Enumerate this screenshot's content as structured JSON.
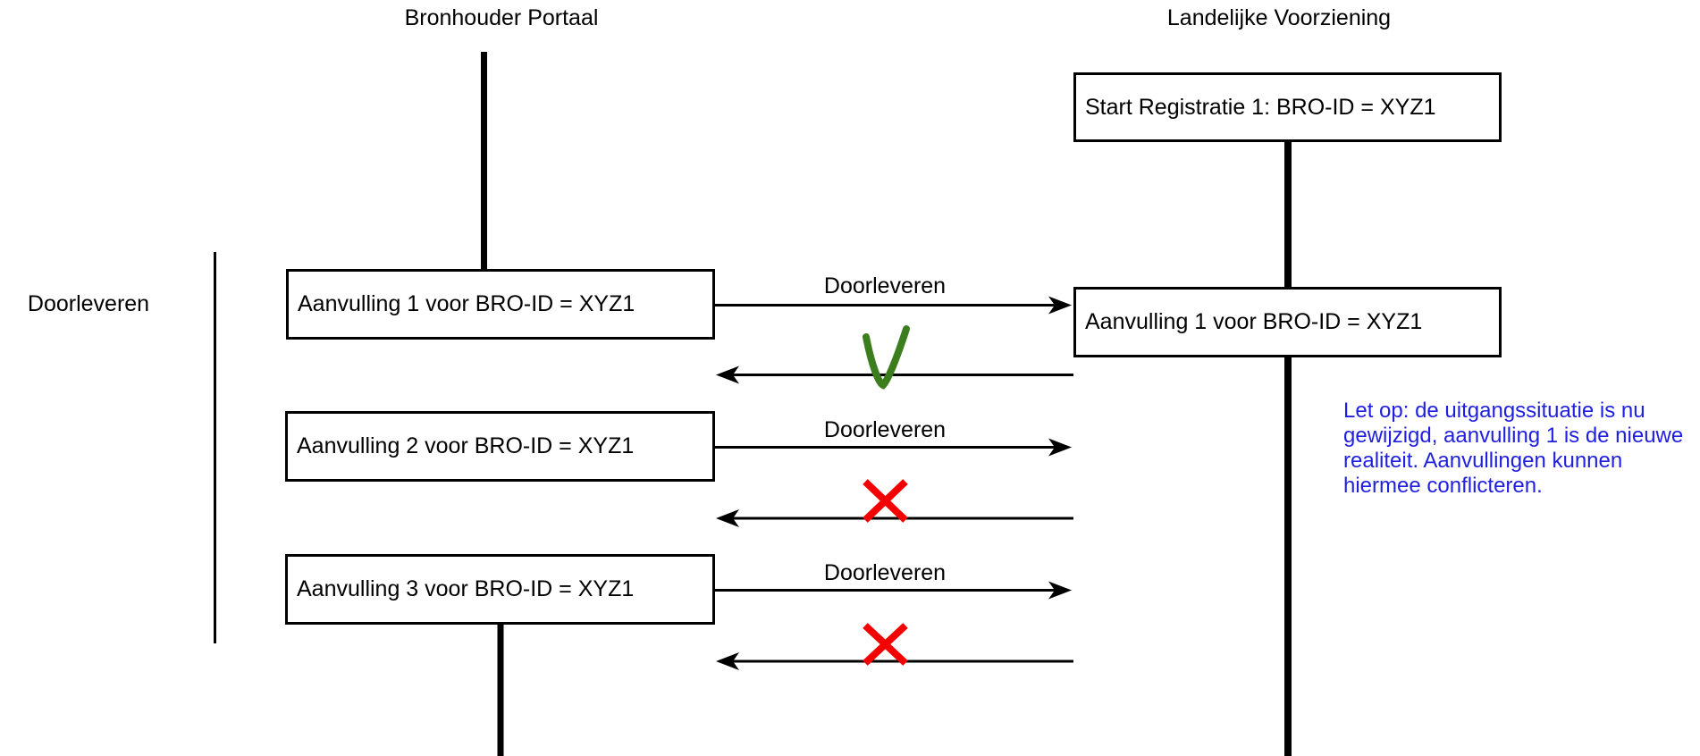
{
  "diagram": {
    "actors": [
      {
        "name": "Bronhouder Portaal"
      },
      {
        "name": "Landelijke Voorziening"
      }
    ],
    "group_label": "Doorleveren",
    "boxes": {
      "start_registratie": "Start Registratie 1: BRO-ID = XYZ1",
      "aanvulling1_bp": "Aanvulling 1 voor BRO-ID = XYZ1",
      "aanvulling2_bp": "Aanvulling 2 voor BRO-ID = XYZ1",
      "aanvulling3_bp": "Aanvulling 3 voor BRO-ID = XYZ1",
      "aanvulling1_lv": "Aanvulling 1 voor BRO-ID = XYZ1"
    },
    "messages": [
      {
        "label": "Doorleveren",
        "result": "accepted"
      },
      {
        "label": "Doorleveren",
        "result": "rejected"
      },
      {
        "label": "Doorleveren",
        "result": "rejected"
      }
    ],
    "note": {
      "lines": [
        "Let op: de uitgangssituatie is nu",
        "gewijzigd, aanvulling 1 is de nieuwe",
        "realiteit. Aanvullingen kunnen",
        "hiermee conflicteren."
      ]
    }
  },
  "colors": {
    "ink": "#000000",
    "success-green": "#3c7d1e",
    "error-red": "#f40000",
    "note-blue": "#1f1fe0"
  }
}
